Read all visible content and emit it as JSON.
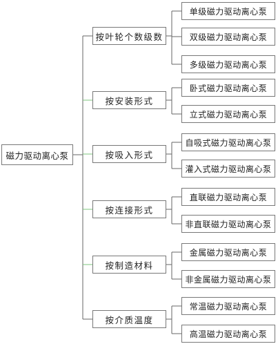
{
  "root": "磁力驱动离心泵",
  "categories": [
    {
      "label": "按叶轮个数级数",
      "items": [
        "单级磁力驱动离心泵",
        "双级磁力驱动离心泵",
        "多级磁力驱动离心泵"
      ]
    },
    {
      "label": "按安装形式",
      "items": [
        "卧式磁力驱动离心泵",
        "立式磁力驱动离心泵"
      ]
    },
    {
      "label": "按吸入形式",
      "items": [
        "自吸式磁力驱动离心泵",
        "灌入式磁力驱动离心泵"
      ]
    },
    {
      "label": "按连接形式",
      "items": [
        "直联磁力驱动离心泵",
        "非直联磁力驱动离心泵"
      ]
    },
    {
      "label": "按制造材料",
      "items": [
        "金属磁力驱动离心泵",
        "非金属磁力驱动离心泵"
      ]
    },
    {
      "label": "按介质温度",
      "items": [
        "常温磁力驱动离心泵",
        "高温磁力驱动离心泵"
      ]
    }
  ]
}
